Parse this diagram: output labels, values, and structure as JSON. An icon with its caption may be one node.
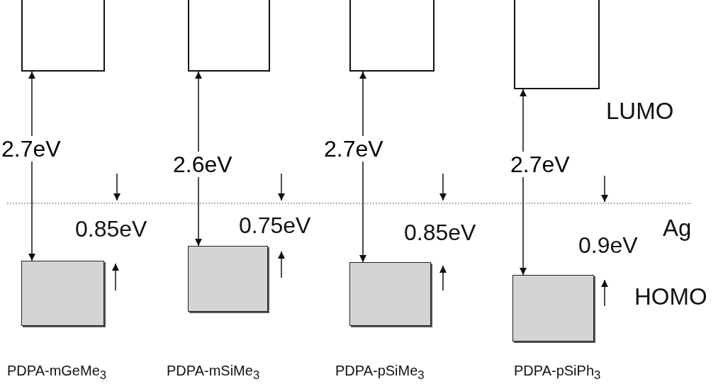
{
  "diagram": {
    "nodes": [
      {
        "text": [],
        "shape": "bracket"
      },
      {
        "text": [],
        "shape": "box"
      },
      {
        "text": [],
        "shape": "bracket"
      },
      {
        "text": [],
        "shape": "box"
      },
      {
        "text": [],
        "shape": "bracket"
      },
      {
        "text": [],
        "shape": "box"
      },
      {
        "text": [],
        "shape": "bracket"
      },
      {
        "text": [],
        "shape": "box"
      }
    ],
    "edges": [
      {
        "from": 0,
        "to": 1,
        "arrow": "both",
        "label": "2.7eV"
      },
      {
        "from": 2,
        "to": 3,
        "arrow": "both",
        "label": "2.6eV"
      },
      {
        "from": 4,
        "to": 5,
        "arrow": "both",
        "label": "2.7eV"
      },
      {
        "from": 6,
        "to": 7,
        "arrow": "both",
        "label": "2.7eV"
      }
    ],
    "labels": [
      "LUMO",
      "0.85eV",
      "0.75eV",
      "0.85eV",
      "0.9eV",
      "Ag",
      "HOMO",
      "PDPA-mGeMe$_{3}$",
      "PDPA-mSiMe$_{3}$",
      "PDPA-pSiMe$_{3}$",
      "PDPA-pSiPh$_{3}$"
    ]
  }
}
